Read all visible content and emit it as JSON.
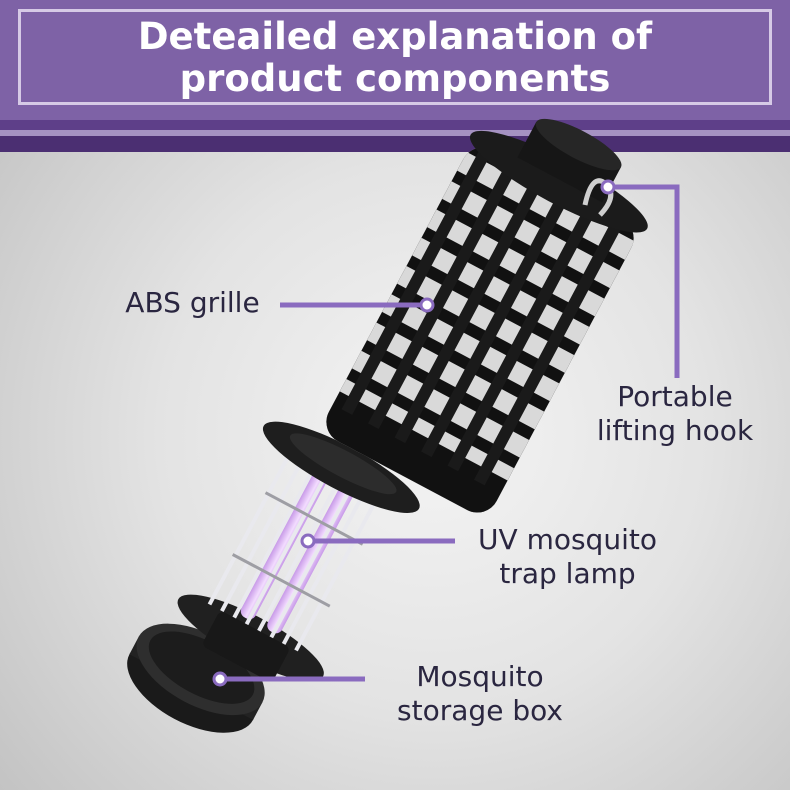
{
  "header": {
    "title_line1": "Deteailed explanation of",
    "title_line2": "product components"
  },
  "labels": {
    "abs_grille": "ABS grille",
    "hook_line1": "Portable",
    "hook_line2": "lifting hook",
    "uv_line1": "UV mosquito",
    "uv_line2": "trap lamp",
    "box_line1": "Mosquito",
    "box_line2": "storage box"
  },
  "colors": {
    "header_bg": "#7e62a6",
    "accent": "#8a6bbf",
    "text": "#2a2640"
  }
}
